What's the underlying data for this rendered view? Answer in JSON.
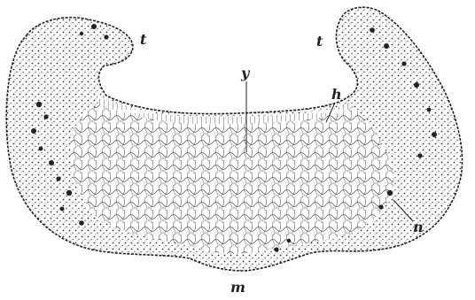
{
  "figure": {
    "labels": {
      "t_left": "t",
      "t_right": "t",
      "y": "y",
      "h": "h",
      "n": "n",
      "m": "m"
    },
    "colors": {
      "ink": "#222222",
      "paper": "#ffffff",
      "cortex": "#b8b8b8",
      "medulla": "#d0d0d0"
    }
  }
}
